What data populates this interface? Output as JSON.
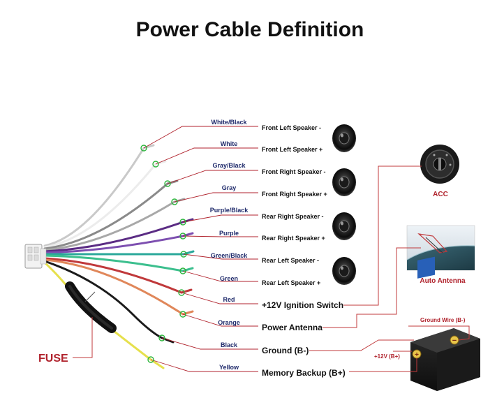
{
  "title": "Power Cable Definition",
  "wire_colors": [
    "White/Black",
    "White",
    "Gray/Black",
    "Gray",
    "Purple/Black",
    "Purple",
    "Green/Black",
    "Green",
    "Red",
    "Orange",
    "Black",
    "Yellow"
  ],
  "functions": [
    "Front Left Speaker -",
    "Front Left Speaker +",
    "Front Right Speaker -",
    "Front Right Speaker +",
    "Rear Right Speaker -",
    "Rear Right Speaker +",
    "Rear Left Speaker -",
    "Rear Left Speaker +",
    "+12V Ignition Switch",
    "Power Antenna",
    "Ground (B-)",
    "Memory Backup (B+)"
  ],
  "fuse_label": "FUSE",
  "acc_label": "ACC",
  "antenna_label": "Auto Antenna",
  "ground_wire_label": "Ground Wire (B-)",
  "battery_label": "+12V  (B+)",
  "colors": {
    "wires": [
      "#c9c9c9",
      "#ececec",
      "#8a8a8a",
      "#a8a8a8",
      "#5b2c84",
      "#7d4fb0",
      "#2aa89a",
      "#3cbf8e",
      "#c0393b",
      "#e0875a",
      "#1b1b1b",
      "#e6e04d"
    ],
    "label_text": "#1f2a6b",
    "leader_line": "#b0222c",
    "marker": "#2db53d"
  }
}
